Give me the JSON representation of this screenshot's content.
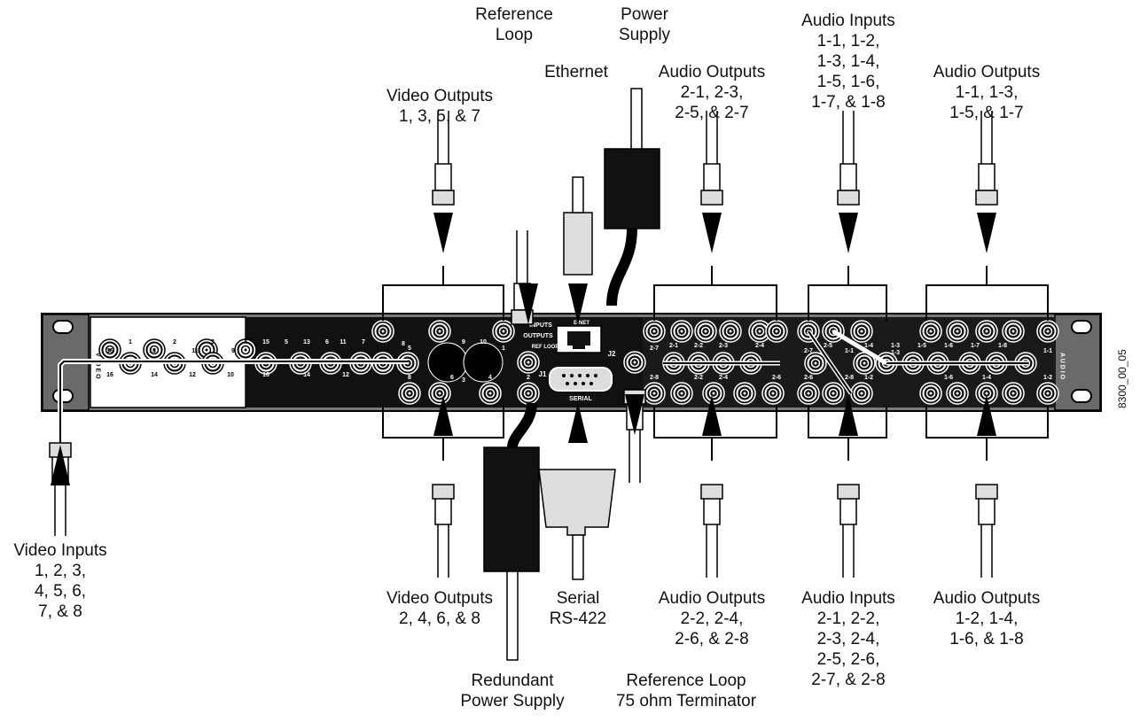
{
  "figure_id": "8300_00_05",
  "labels": {
    "reference_loop": [
      "Reference",
      "Loop"
    ],
    "power_supply": [
      "Power",
      "Supply"
    ],
    "ethernet": [
      "Ethernet"
    ],
    "video_outputs_top": [
      "Video Outputs",
      "1, 3, 5, & 7"
    ],
    "audio_outputs_2_odd": [
      "Audio Outputs",
      "2-1, 2-3,",
      "2-5, & 2-7"
    ],
    "audio_inputs_1": [
      "Audio Inputs",
      "1-1, 1-2,",
      "1-3, 1-4,",
      "1-5, 1-6,",
      "1-7, & 1-8"
    ],
    "audio_outputs_1_odd": [
      "Audio Outputs",
      "1-1, 1-3,",
      "1-5, & 1-7"
    ],
    "video_inputs": [
      "Video Inputs",
      "1, 2, 3,",
      "4, 5, 6,",
      "7, & 8"
    ],
    "video_outputs_bottom": [
      "Video Outputs",
      "2, 4, 6, & 8"
    ],
    "serial": [
      "Serial",
      "RS-422"
    ],
    "audio_outputs_2_even": [
      "Audio Outputs",
      "2-2, 2-4,",
      "2-6, & 2-8"
    ],
    "audio_inputs_2": [
      "Audio Inputs",
      "2-1, 2-2,",
      "2-3, 2-4,",
      "2-5, 2-6,",
      "2-7, & 2-8"
    ],
    "audio_outputs_1_even": [
      "Audio Outputs",
      "1-2, 1-4,",
      "1-6, & 1-8"
    ],
    "redundant_power": [
      "Redundant",
      "Power Supply"
    ],
    "ref_terminator": [
      "Reference Loop",
      "75 ohm Terminator"
    ]
  },
  "panel_text": {
    "video_side": "V I D E O",
    "audio_side": "A U D I O",
    "inputs": "INPUTS",
    "outputs": "OUTPUTS",
    "ref_loop": "REF LOOP",
    "j1": "J1",
    "j2": "J2",
    "serial": "SERIAL",
    "enet": "E-NET"
  },
  "video_top_numbers": [
    "1",
    "13",
    "2",
    "11",
    "3",
    "9",
    "4",
    "15",
    "5",
    "13",
    "6",
    "11",
    "7",
    "8",
    "5",
    "9",
    "3",
    "10",
    "1"
  ],
  "video_left_numbers": [
    "15",
    "16",
    "14",
    "12",
    "10",
    "16",
    "14",
    "12"
  ],
  "video_bottom_numbers": [
    "8",
    "6",
    "4",
    "2"
  ],
  "audio_top_numbers": [
    "2-7",
    "2-1",
    "2-2",
    "2-3",
    "2-4",
    "2-5",
    "1-4",
    "1-5",
    "1-6",
    "1-7",
    "1-8"
  ],
  "audio_bottom_numbers": [
    "2-8",
    "2-2",
    "2-4",
    "2-6",
    "1-2",
    "1-3",
    "1-6",
    "1-4",
    "1-2"
  ],
  "audio_mid_numbers": [
    "2-7",
    "1-1",
    "2-6",
    "2-8",
    "1-3",
    "1-1"
  ]
}
